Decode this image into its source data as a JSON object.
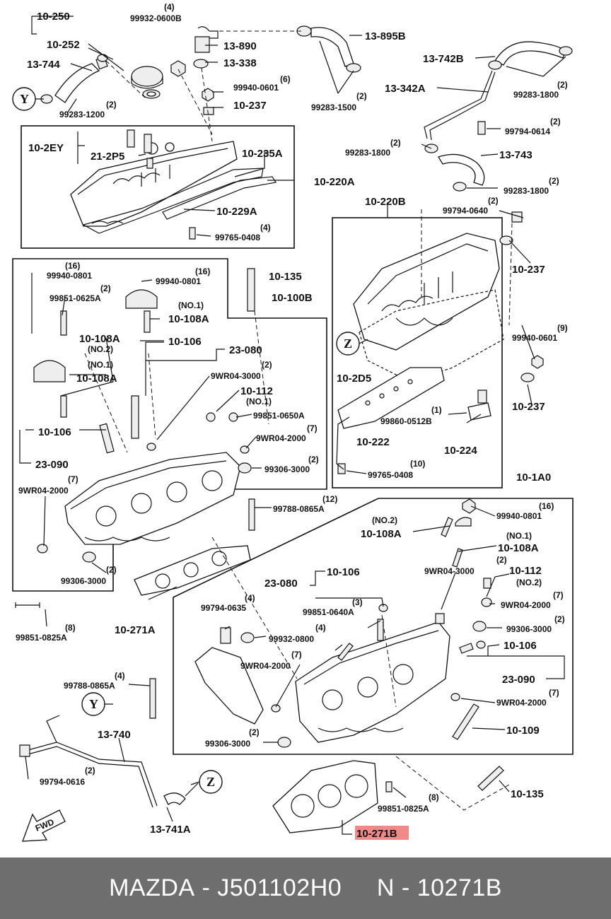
{
  "footer": {
    "brand": "MAZDA",
    "sep1": " - ",
    "part_number": "J501102H0",
    "sep2": "     N - ",
    "ref_number": "10271B"
  },
  "highlight_color": "#f08a8a",
  "labels": {
    "l10250": "10-250",
    "l99932_0600b": "99932-0600B",
    "q4a": "(4)",
    "l10252": "10-252",
    "l13744": "13-744",
    "l13890": "13-890",
    "l13338": "13-338",
    "l13895b": "13-895B",
    "l13742b": "13-742B",
    "q2a": "(2)",
    "l99283_1800a": "99283-1800",
    "q6": "(6)",
    "l99940_0601a": "99940-0601",
    "l10237a": "10-237",
    "q2b": "(2)",
    "l99283_1500": "99283-1500",
    "l13342a": "13-342A",
    "q2c": "(2)",
    "l99283_1200": "99283-1200",
    "q2d": "(2)",
    "l99794_0614": "99794-0614",
    "l10_2ey": "10-2EY",
    "l21_2p5": "21-2P5",
    "l10235a": "10-235A",
    "q2e": "(2)",
    "l99283_1800b": "99283-1800",
    "l13743": "13-743",
    "l10220a": "10-220A",
    "q2f": "(2)",
    "l99283_1800c": "99283-1800",
    "l10229a": "10-229A",
    "q4b": "(4)",
    "l99765_0408a": "99765-0408",
    "l10220b": "10-220B",
    "q2g": "(2)",
    "l99794_0640": "99794-0640",
    "l10237b": "10-237",
    "q16a": "(16)",
    "l99940_0801a": "99940-0801",
    "q16b": "(16)",
    "l99940_0801b": "99940-0801",
    "l10135a": "10-135",
    "q2h": "(2)",
    "l99851_0625a": "99851-0625A",
    "l10100b": "10-100B",
    "no1a": "(NO.1)",
    "l10108a_1": "10-108A",
    "l10108a_2": "10-108A",
    "no2a": "(NO.2)",
    "l10106a": "10-106",
    "l23080a": "23-080",
    "q9": "(9)",
    "l99940_0601b": "99940-0601",
    "no1b": "(NO.1)",
    "l10108a_3": "10-108A",
    "q2i": "(2)",
    "l9wr04_3000a": "9WR04-3000",
    "l10_2d5": "10-2D5",
    "l10112a": "10-112",
    "no1c": "(NO.1)",
    "l99851_0650a": "99851-0650A",
    "l10237c": "10-237",
    "l10106b": "10-106",
    "q7a": "(7)",
    "l9wr04_2000a": "9WR04-2000",
    "q1": "(1)",
    "l99860_0512b": "99860-0512B",
    "l23090a": "23-090",
    "l10222": "10-222",
    "l10224": "10-224",
    "q2j": "(2)",
    "l99306_3000a": "99306-3000",
    "q10": "(10)",
    "l99765_0408b": "99765-0408",
    "q7b": "(7)",
    "l9wr04_2000b": "9WR04-2000",
    "l10_1a0": "10-1A0",
    "q12": "(12)",
    "l99788_0865a_1": "99788-0865A",
    "q16c": "(16)",
    "l99940_0801c": "99940-0801",
    "no2b": "(NO.2)",
    "l10108a_4": "10-108A",
    "no1d": "(NO.1)",
    "l10108a_5": "10-108A",
    "q2k": "(2)",
    "l99306_3000b": "99306-3000",
    "q2l": "(2)",
    "l9wr04_3000b": "9WR04-3000",
    "l10112b": "10-112",
    "no2c": "(NO.2)",
    "l10271a": "10-271A",
    "l23080b": "23-080",
    "l10106c": "10-106",
    "q4c": "(4)",
    "l99794_0635": "99794-0635",
    "q3": "(3)",
    "l99851_0640a": "99851-0640A",
    "q7c": "(7)",
    "l9wr04_2000c": "9WR04-2000",
    "q8a": "(8)",
    "l99851_0825a_1": "99851-0825A",
    "q4d": "(4)",
    "l99932_0800": "99932-0800",
    "q2m": "(2)",
    "l99306_3000c": "99306-3000",
    "q7d": "(7)",
    "l9wr04_2000d": "9WR04-2000",
    "l10106d": "10-106",
    "l23090b": "23-090",
    "q4e": "(4)",
    "l99788_0865a_2": "99788-0865A",
    "q7e": "(7)",
    "l9wr04_2000e": "9WR04-2000",
    "l13740": "13-740",
    "l10109": "10-109",
    "q2n": "(2)",
    "l99306_3000d": "99306-3000",
    "q2o": "(2)",
    "l99794_0616": "99794-0616",
    "l10135b": "10-135",
    "q8b": "(8)",
    "l99851_0825a_2": "99851-0825A",
    "l13741a": "13-741A",
    "l10271b": "10-271B",
    "y1": "Y",
    "y2": "Y",
    "z1": "Z",
    "z2": "Z",
    "fwd": "FWD"
  }
}
